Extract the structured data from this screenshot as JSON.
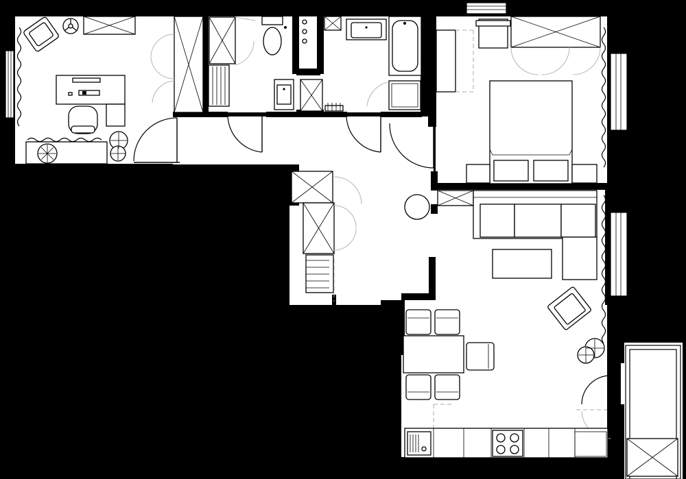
{
  "plan": {
    "kind": "apartment floor plan",
    "wall_color": "#000000",
    "floor_color": "#ffffff",
    "rooms": [
      {
        "id": "office",
        "furniture": [
          "desk-icon",
          "office-chair-icon",
          "armchair-icon",
          "steering-wheel-icon",
          "wardrobe-icon",
          "potted-plant-icon",
          "sideboard-icon"
        ]
      },
      {
        "id": "toilet",
        "furniture": [
          "toilet-icon",
          "sink-icon",
          "shower-icon"
        ]
      },
      {
        "id": "bathroom",
        "furniture": [
          "bathtub-icon",
          "sink-icon",
          "washing-machine-icon",
          "radiator-icon"
        ]
      },
      {
        "id": "bedroom",
        "furniture": [
          "double-bed-icon",
          "wardrobe-icon",
          "desk-icon",
          "dresser-icon"
        ]
      },
      {
        "id": "hallway",
        "furniture": [
          "wardrobe-icon",
          "shoe-rack-icon",
          "round-table-icon"
        ]
      },
      {
        "id": "living-room",
        "furniture": [
          "sofa-icon",
          "coffee-table-icon",
          "armchair-icon",
          "potted-plant-icon",
          "dining-table-icon",
          "chair-icon"
        ]
      },
      {
        "id": "kitchen",
        "furniture": [
          "stove-icon",
          "sink-icon",
          "counter-icon"
        ]
      },
      {
        "id": "balcony",
        "furniture": [
          "storage-icon"
        ]
      }
    ],
    "windows": 5,
    "doors": 8
  }
}
